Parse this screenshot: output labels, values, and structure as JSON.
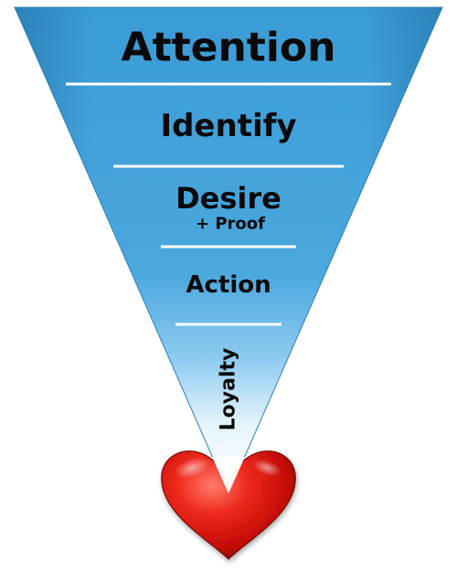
{
  "funnel": {
    "stages": [
      {
        "label": "Attention"
      },
      {
        "label": "Identify"
      },
      {
        "label": "Desire",
        "sublabel": "+ Proof"
      },
      {
        "label": "Action"
      },
      {
        "label": "Loyalty"
      }
    ],
    "colors": {
      "top": "#3a9bd6",
      "middle": "#4aa7dc",
      "lower": "#8ccaf0",
      "tip": "#ffffff",
      "divider": "#ffffff",
      "heart_light": "#ff6b5a",
      "heart_mid": "#e01b14",
      "heart_dark": "#8e0000"
    },
    "heart_icon": "heart-icon"
  }
}
